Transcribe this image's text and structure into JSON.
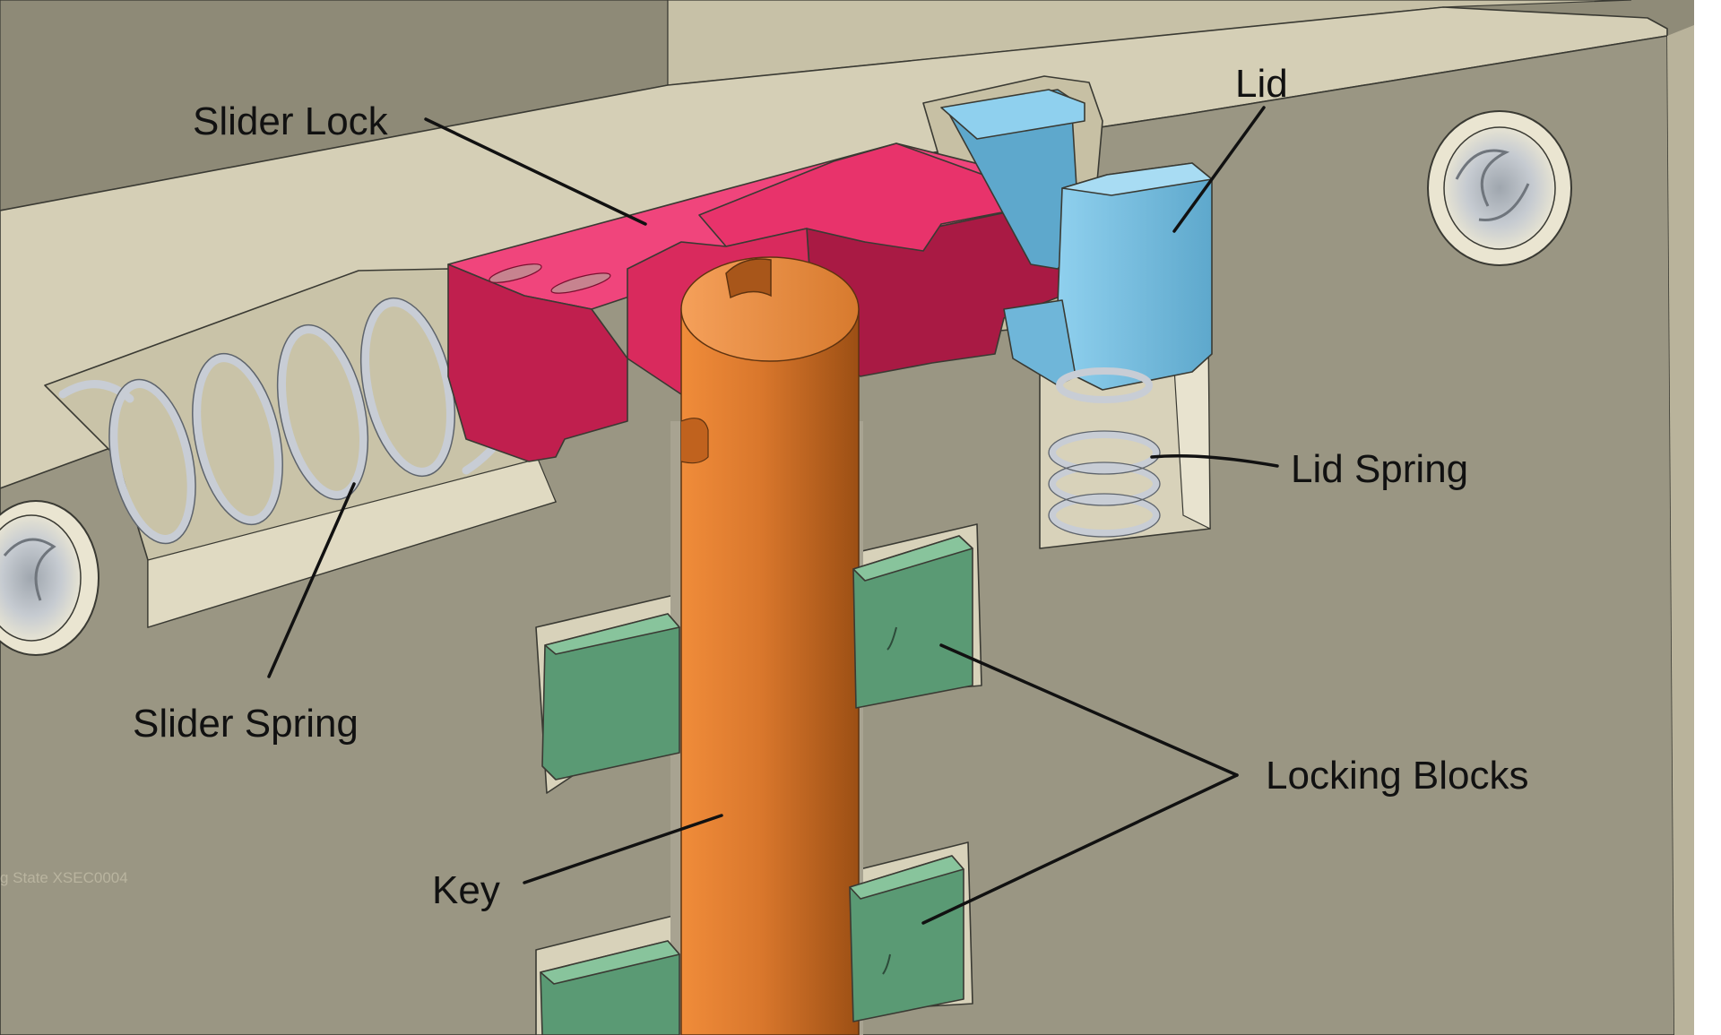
{
  "labels": {
    "slider_lock": "Slider Lock",
    "lid": "Lid",
    "lid_spring": "Lid Spring",
    "slider_spring": "Slider Spring",
    "locking_blocks": "Locking Blocks",
    "key": "Key"
  },
  "watermark": "g State XSEC0004",
  "colors": {
    "housing_face": "#9a9683",
    "housing_top": "#d5cfb6",
    "slider_lock": "#e2285f",
    "key": "#d9772c",
    "lid": "#72bee0",
    "locking_blocks": "#5a9a74",
    "spring": "#c8cdd5"
  }
}
